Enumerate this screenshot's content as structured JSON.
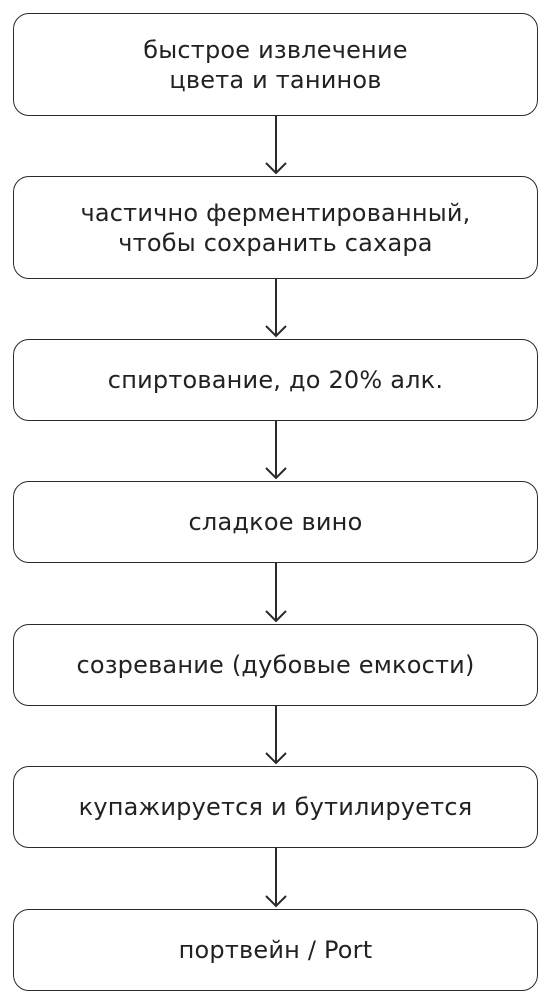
{
  "diagram": {
    "steps": [
      {
        "label": "быстрое извлечение\nцвета и танинов"
      },
      {
        "label": "частично ферментированный,\nчтобы сохранить сахара"
      },
      {
        "label": "спиртование, до 20% алк."
      },
      {
        "label": "сладкое вино"
      },
      {
        "label": "созревание (дубовые емкости)"
      },
      {
        "label": "купажируется и бутилируется"
      },
      {
        "label": "портвейн / Port"
      }
    ]
  },
  "colors": {
    "stroke": "#2b2b2b",
    "text": "#222222",
    "background": "#ffffff"
  }
}
